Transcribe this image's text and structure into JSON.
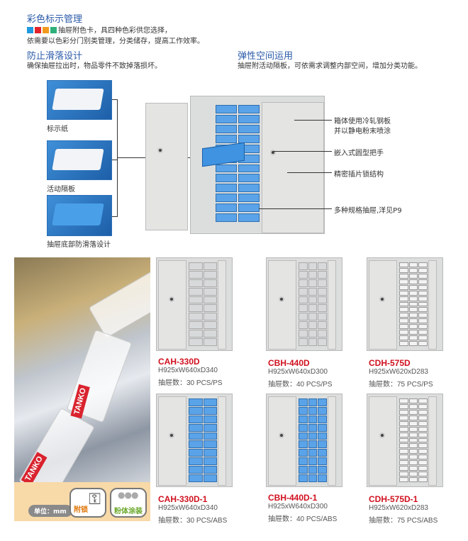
{
  "sections": {
    "color": {
      "title": "彩色标示管理",
      "line1": "抽屉附色卡，具四种色彩供您选择，",
      "line2": "依需要以色彩分门别类管理，分类储存，提高工作效率。",
      "swatches": [
        "#1f9ae0",
        "#e3232b",
        "#f39a1e",
        "#2fb07a"
      ]
    },
    "slip": {
      "title": "防止滑落设计",
      "line1": "确保抽屉拉出时，物品零件不致掉落损坏。"
    },
    "space": {
      "title": "弹性空间运用",
      "line1": "抽屉附活动隔板，可依需求调整内部空间，增加分类功能。"
    }
  },
  "thumb_labels": [
    "标示纸",
    "活动隔板",
    "抽屉底部防滑落设计"
  ],
  "callouts": {
    "body1": "箱体使用冷轧钢板",
    "body2": "并以静电粉末喷涂",
    "handle": "嵌入式圆型把手",
    "lock": "精密插片锁结构",
    "drawers": "多种规格抽屉,洋见P9"
  },
  "photo": {
    "brand": "TANKO",
    "brand2": "TANKO",
    "unit": "单位：mm",
    "lock_badge": "附锁",
    "coat_badge": "粉体涂装"
  },
  "products": [
    {
      "model": "CAH-330D",
      "dims": "H925xW640xD340",
      "count": "抽屉数：30 PCS/PS"
    },
    {
      "model": "CBH-440D",
      "dims": "H925xW640xD300",
      "count": "抽屉数：40 PCS/PS"
    },
    {
      "model": "CDH-575D",
      "dims": "H925xW620xD283",
      "count": "抽屉数：75 PCS/PS"
    },
    {
      "model": "CAH-330D-1",
      "dims": "H925xW640xD340",
      "count": "抽屉数：30 PCS/ABS"
    },
    {
      "model": "CBH-440D-1",
      "dims": "H925xW640xD300",
      "count": "抽屉数：40 PCS/ABS"
    },
    {
      "model": "CDH-575D-1",
      "dims": "H925xW620xD283",
      "count": "抽屉数：75 PCS/ABS"
    }
  ]
}
